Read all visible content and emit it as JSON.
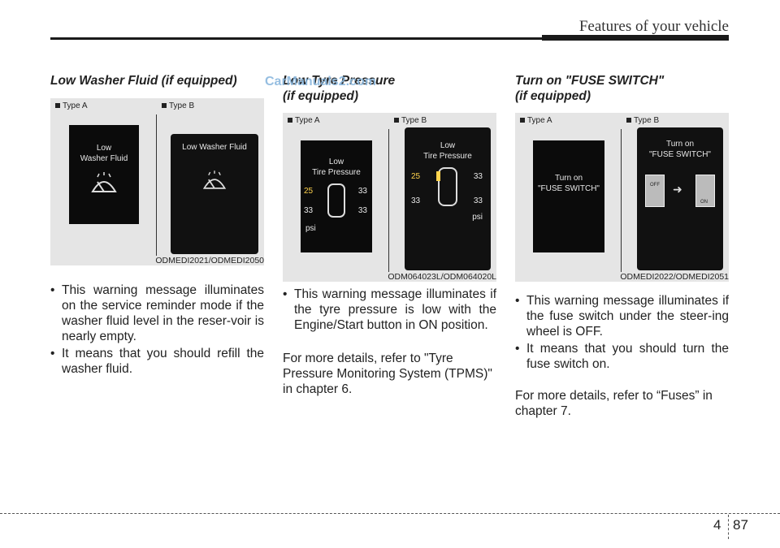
{
  "header": {
    "title": "Features of your vehicle"
  },
  "watermark": "CarManuals2.com",
  "sections": [
    {
      "title": "Low Washer Fluid (if equipped)",
      "type_a": "Type A",
      "type_b": "Type B",
      "screen_a": [
        "Low",
        "Washer Fluid"
      ],
      "screen_b": [
        "Low Washer Fluid"
      ],
      "caption": "ODMEDI2021/ODMEDI2050",
      "bullets": [
        "This warning message illuminates on the service reminder mode if the washer fluid level in the reser-voir is nearly empty.",
        "It means that you should refill the washer fluid."
      ],
      "note": ""
    },
    {
      "title_line1": "Low Tyre Pressure",
      "title_line2": "(if equipped)",
      "type_a": "Type A",
      "type_b": "Type B",
      "screen_a": [
        "Low",
        "Tire Pressure"
      ],
      "screen_b": [
        "Low",
        "Tire Pressure"
      ],
      "tire_values": [
        "25",
        "33",
        "33",
        "33"
      ],
      "unit": "psi",
      "caption": "ODM064023L/ODM064020L",
      "bullets": [
        "This warning message illuminates if the tyre pressure is low with the Engine/Start button in ON position."
      ],
      "note": "For more details, refer to \"Tyre Pressure Monitoring System (TPMS)\" in chapter 6."
    },
    {
      "title_line1": "Turn on \"FUSE SWITCH\"",
      "title_line2": "(if equipped)",
      "type_a": "Type A",
      "type_b": "Type B",
      "screen_a": [
        "Turn on",
        "\"FUSE SWITCH\""
      ],
      "screen_b": [
        "Turn on",
        "\"FUSE SWITCH\""
      ],
      "switch_off": "OFF",
      "switch_on": "ON",
      "caption": "ODMEDI2022/ODMEDI2051",
      "bullets": [
        "This warning message illuminates if the fuse switch under the steer-ing wheel is OFF.",
        "It means that you should turn the fuse switch on."
      ],
      "note": "For more details, refer to “Fuses” in chapter 7."
    }
  ],
  "footer": {
    "chapter": "4",
    "page": "87"
  }
}
